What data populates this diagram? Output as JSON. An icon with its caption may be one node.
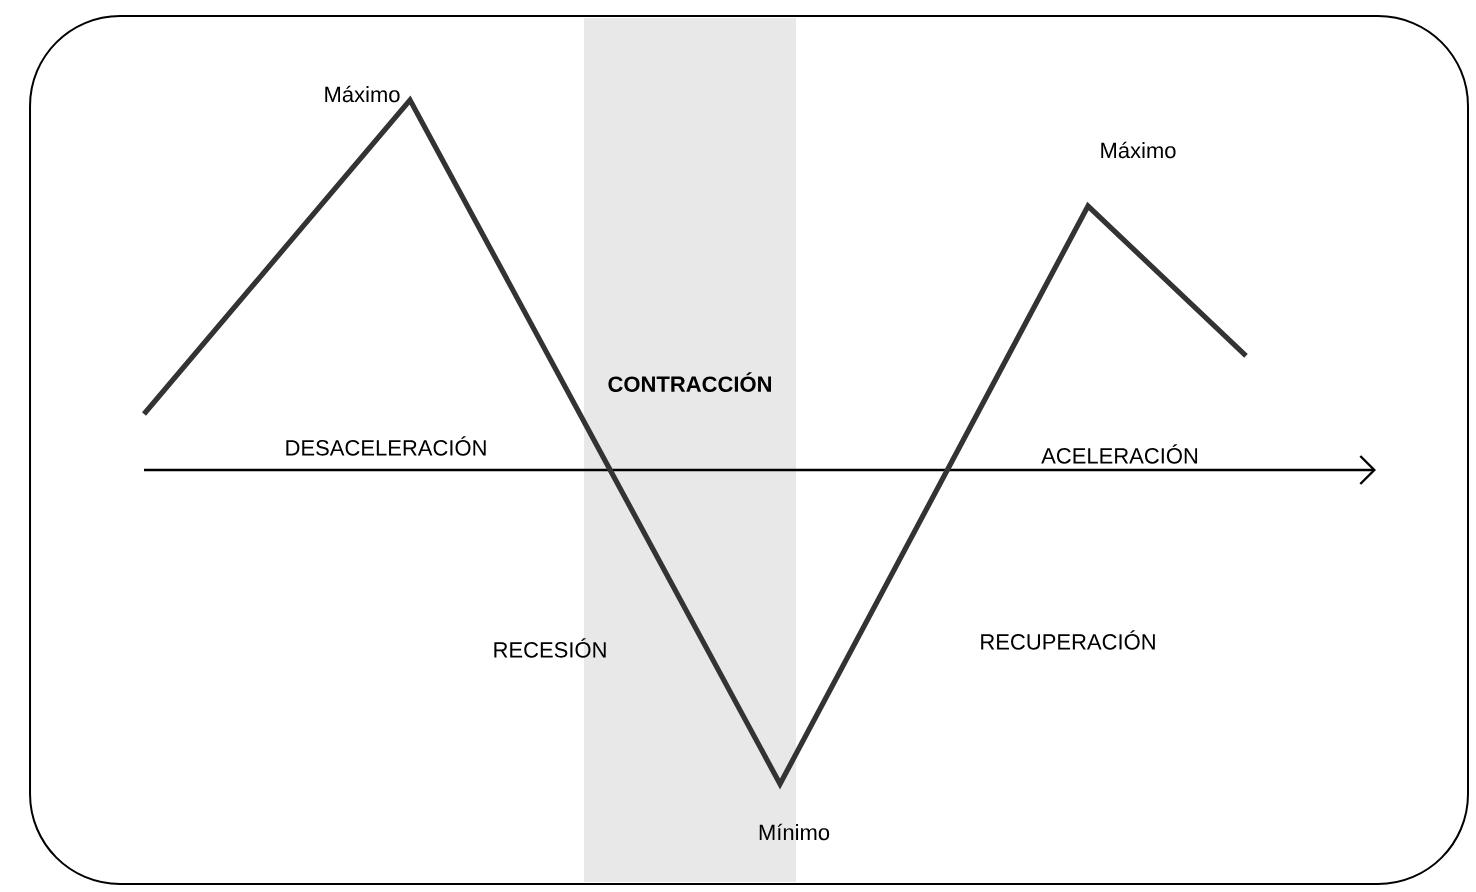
{
  "diagram": {
    "nodes": [
      {
        "text": [
          "CONTRACCIÓN"
        ]
      }
    ],
    "labels": [
      "Máximo",
      "Máximo",
      "DESACELERACIÓN",
      "ACELERACIÓN",
      "RECESIÓN",
      "RECUPERACIÓN",
      "Mínimo"
    ]
  }
}
